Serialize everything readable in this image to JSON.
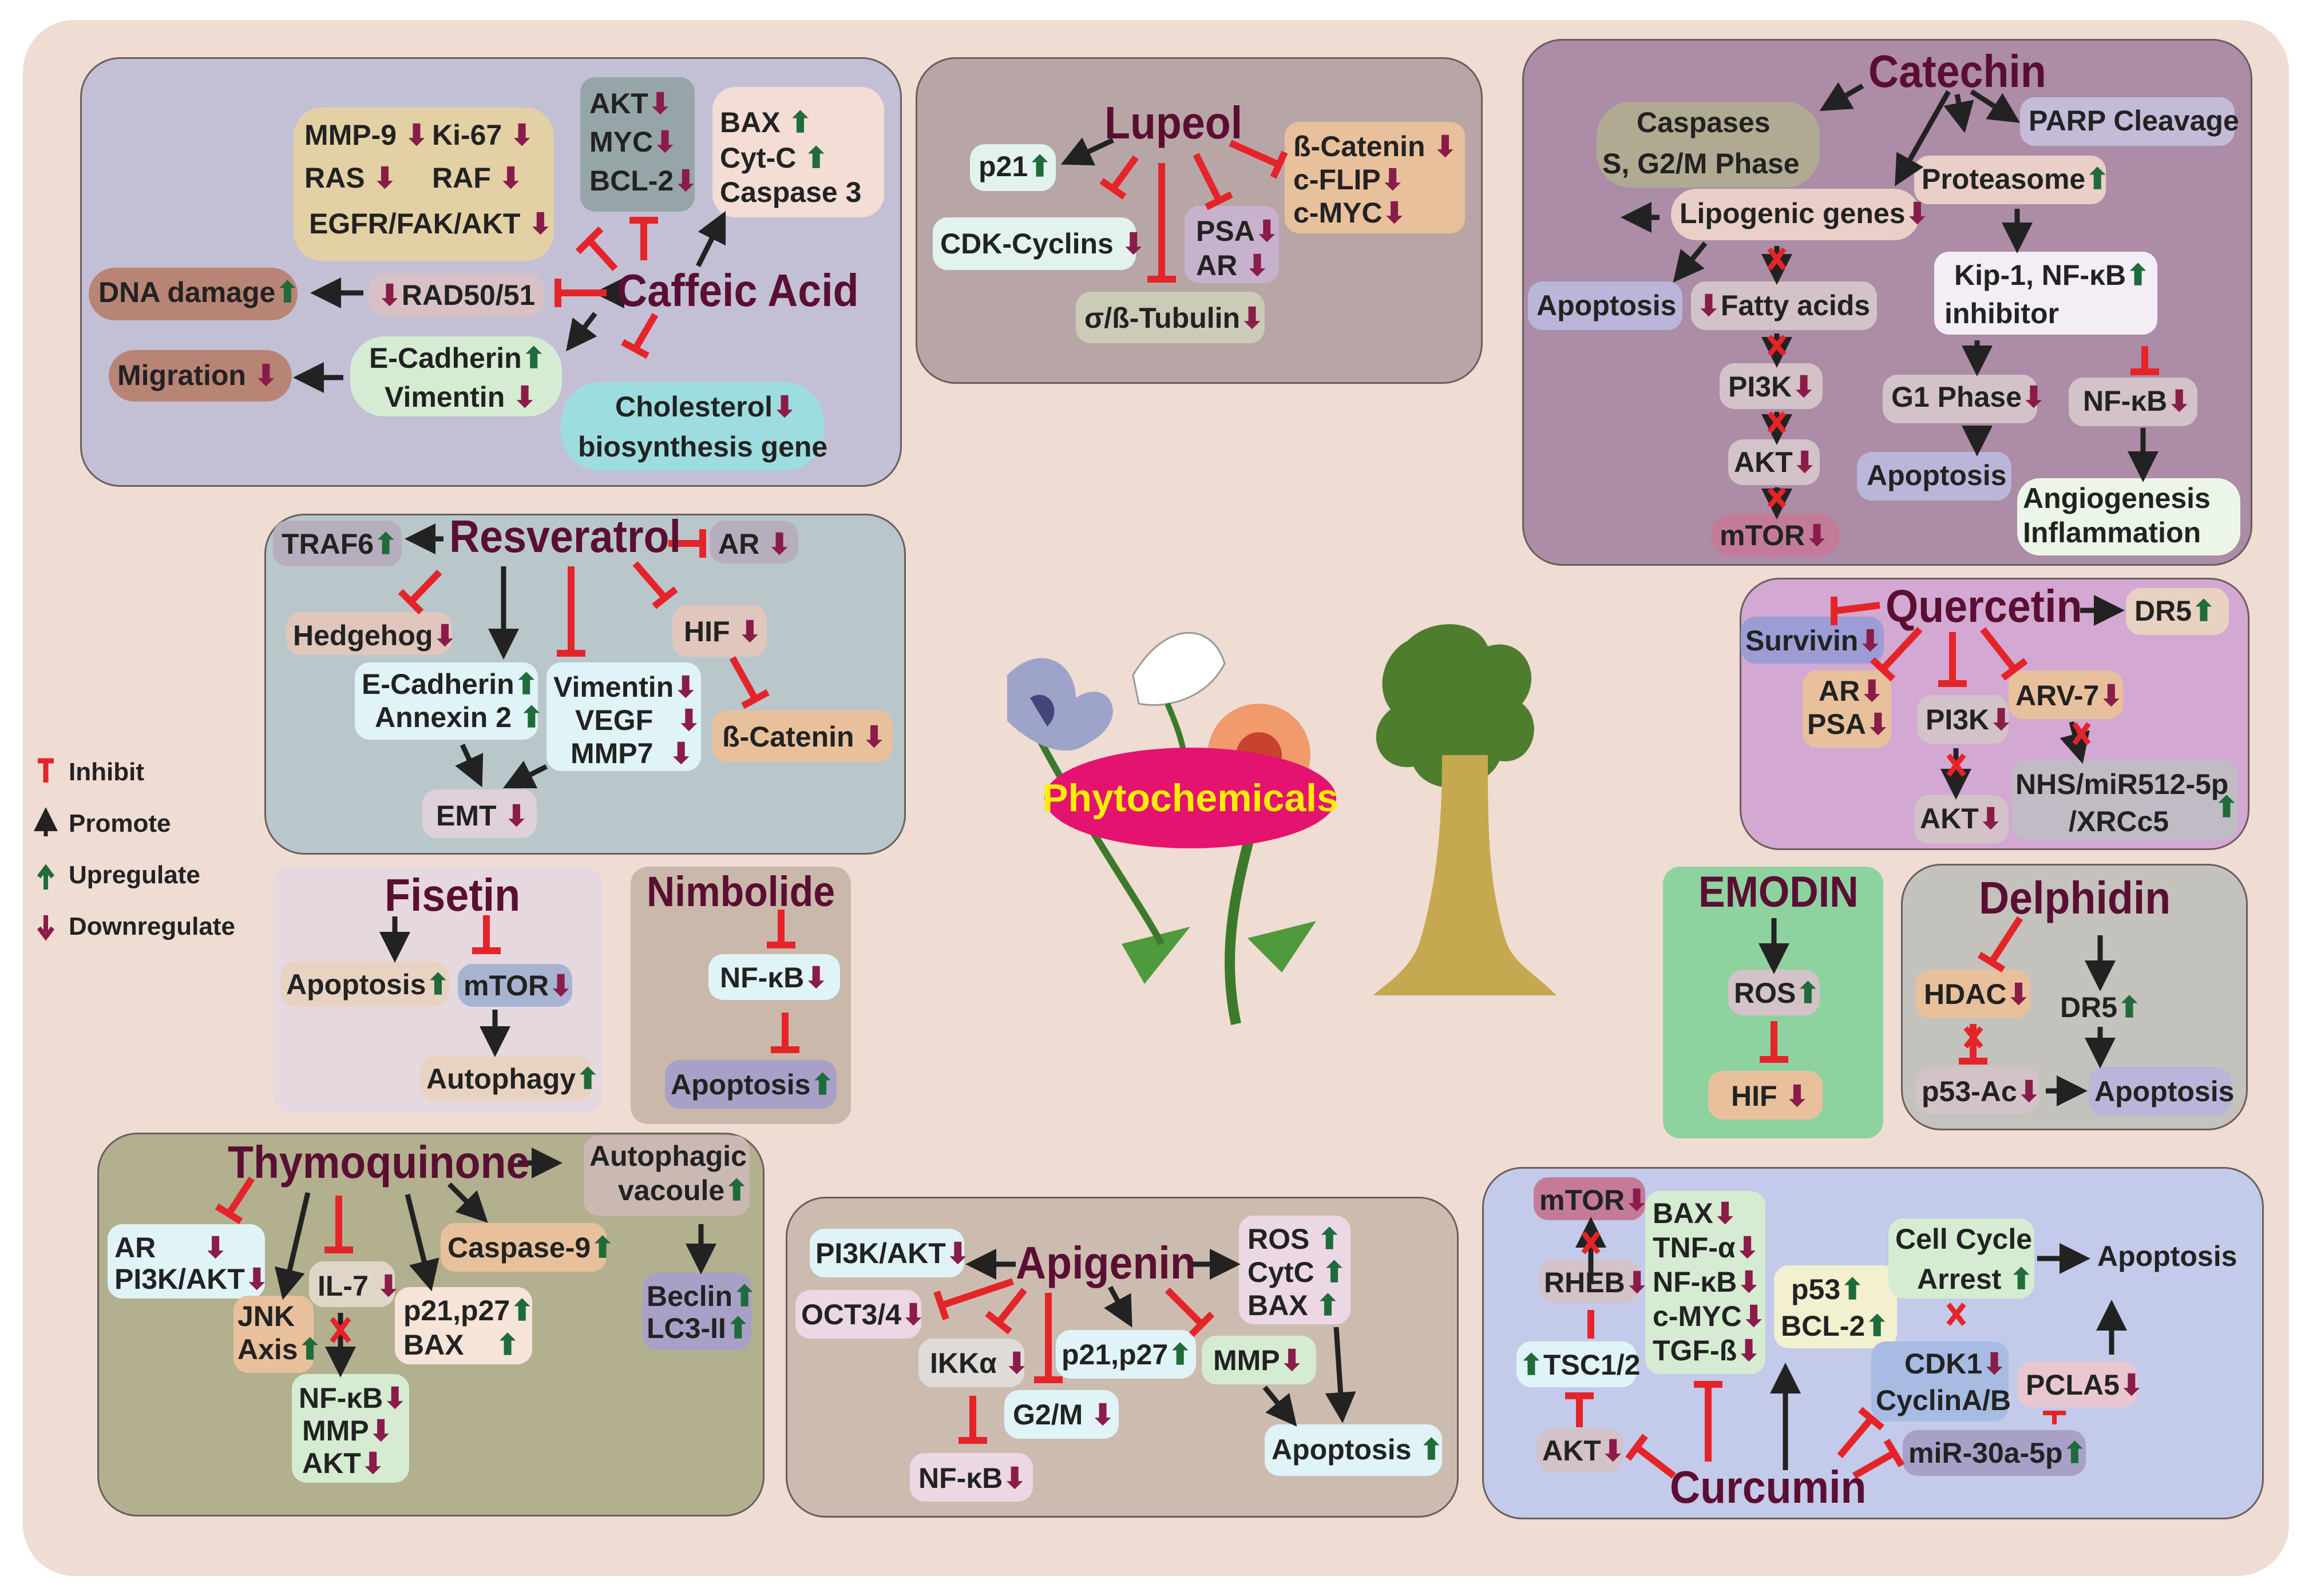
{
  "center": {
    "label": "Phytochemicals"
  },
  "legend": {
    "inhibit": "Inhibit",
    "promote": "Promote",
    "upregulate": "Upregulate",
    "downregulate": "Downregulate"
  },
  "colors": {
    "up": "#1f6b3a",
    "down": "#8a1c4a",
    "inhibit": "#e5242a",
    "promote": "#222222",
    "title": "#5a0f32",
    "center_fill": "#e4136f",
    "center_text": "#ffee00"
  },
  "caffeic": {
    "title": "Caffeic Acid",
    "box1": [
      "MMP-9",
      "Ki-67",
      "RAS",
      "RAF",
      "EGFR/FAK/AKT"
    ],
    "box2": [
      "AKT",
      "MYC",
      "BCL-2"
    ],
    "box3": [
      "BAX",
      "Cyt-C",
      "Caspase 3"
    ],
    "dna": "DNA damage",
    "rad": "RAD50/51",
    "cad": [
      "E-Cadherin",
      "Vimentin"
    ],
    "mig": "Migration",
    "chol": [
      "Cholesterol",
      "biosynthesis gene"
    ]
  },
  "lupeol": {
    "title": "Lupeol",
    "p21": "p21",
    "cdk": "CDK-Cyclins",
    "tub": "σ/ß-Tubulin",
    "psa": [
      "PSA",
      "AR"
    ],
    "cat": [
      "ß-Catenin",
      "c-FLIP",
      "c-MYC"
    ]
  },
  "catechin": {
    "title": "Catechin",
    "casp": [
      "Caspases",
      "S, G2/M Phase"
    ],
    "parp": "PARP Cleavage",
    "prot": "Proteasome",
    "lipo": "Lipogenic genes",
    "apo1": "Apoptosis",
    "fatty": "Fatty acids",
    "kip": [
      "Kip-1, NF-κB",
      "inhibitor"
    ],
    "pi3k": "PI3K",
    "akt": "AKT",
    "mtor": "mTOR",
    "g1": "G1 Phase",
    "nfkb": "NF-κB",
    "apo2": "Apoptosis",
    "angio": [
      "Angiogenesis",
      "Inflammation"
    ]
  },
  "resveratrol": {
    "title": "Resveratrol",
    "traf": "TRAF6",
    "ar": "AR",
    "hedge": "Hedgehog",
    "hif": "HIF",
    "ecad": [
      "E-Cadherin",
      "Annexin 2"
    ],
    "vim": [
      "Vimentin",
      "VEGF",
      "MMP7"
    ],
    "cat": "ß-Catenin",
    "emt": "EMT"
  },
  "quercetin": {
    "title": "Quercetin",
    "dr5": "DR5",
    "surv": "Survivin",
    "ar": [
      "AR",
      "PSA"
    ],
    "pi3k": "PI3K",
    "arv": "ARV-7",
    "akt": "AKT",
    "nhs": [
      "NHS/miR512-5p",
      "/XRCc5"
    ]
  },
  "fisetin": {
    "title": "Fisetin",
    "apo": "Apoptosis",
    "mtor": "mTOR",
    "auto": "Autophagy"
  },
  "nimbolide": {
    "title": "Nimbolide",
    "nfkb": "NF-κB",
    "apo": "Apoptosis"
  },
  "emodin": {
    "title": "EMODIN",
    "ros": "ROS",
    "hif": "HIF"
  },
  "delphidin": {
    "title": "Delphidin",
    "hdac": "HDAC",
    "dr5": "DR5",
    "p53": "p53-Ac",
    "apo": "Apoptosis"
  },
  "thymo": {
    "title": "Thymoquinone",
    "autov": [
      "Autophagic",
      "vacoule"
    ],
    "ar": [
      "AR",
      "PI3K/AKT"
    ],
    "casp": "Caspase-9",
    "il7": "IL-7",
    "jnk": [
      "JNK",
      "Axis"
    ],
    "p21": [
      "p21,p27",
      "BAX"
    ],
    "beclin": [
      "Beclin",
      "LC3-II"
    ],
    "nfkb": [
      "NF-κB",
      "MMP",
      "AKT"
    ]
  },
  "apigenin": {
    "title": "Apigenin",
    "pi3k": "PI3K/AKT",
    "ros": [
      "ROS",
      "CytC",
      "BAX"
    ],
    "oct": "OCT3/4",
    "ikk": "IKKα",
    "p21": "p21,p27",
    "mmp": "MMP",
    "g2m": "G2/M",
    "nfkb": "NF-κB",
    "apo": "Apoptosis"
  },
  "curcumin": {
    "title": "Curcumin",
    "mtor": "mTOR",
    "rheb": "RHEB",
    "tsc": "TSC1/2",
    "akt": "AKT",
    "bax": [
      "BAX",
      "TNF-α",
      "NF-κB",
      "c-MYC",
      "TGF-ß"
    ],
    "p53": [
      "p53",
      "BCL-2"
    ],
    "cca": [
      "Cell Cycle",
      "Arrest"
    ],
    "apo": "Apoptosis",
    "cdk": [
      "CDK1",
      "CyclinA/B"
    ],
    "pcla": "PCLA5",
    "mir": "miR-30a-5p"
  }
}
